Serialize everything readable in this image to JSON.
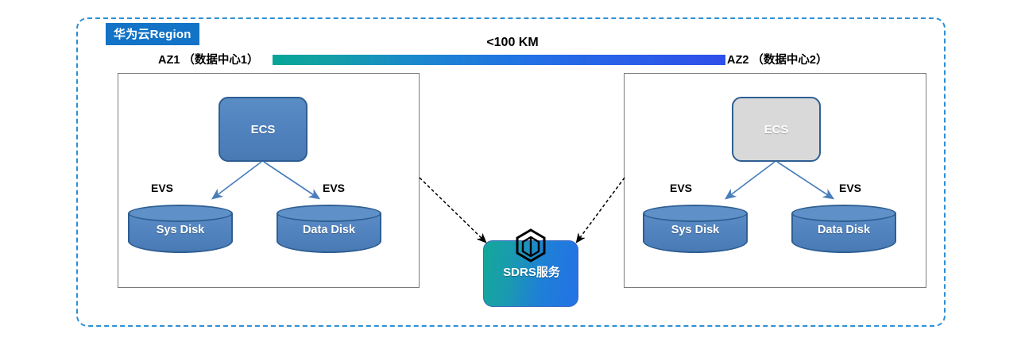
{
  "region": {
    "tag_label": "华为云Region"
  },
  "topology": {
    "distance_label": "<100 KM",
    "az1": {
      "label": "AZ1 （数据中心1）",
      "compute": {
        "name": "ECS",
        "state": "active"
      },
      "storage": [
        {
          "type_label": "EVS",
          "name": "Sys Disk"
        },
        {
          "type_label": "EVS",
          "name": "Data Disk"
        }
      ]
    },
    "az2": {
      "label": "AZ2 （数据中心2）",
      "compute": {
        "name": "ECS",
        "state": "inactive"
      },
      "storage": [
        {
          "type_label": "EVS",
          "name": "Sys Disk"
        },
        {
          "type_label": "EVS",
          "name": "Data Disk"
        }
      ]
    },
    "service": {
      "name": "SDRS服务",
      "icon": "hexagon-cube-icon"
    }
  },
  "colors": {
    "region_border": "#2d8fd5",
    "region_tag_bg": "#1273c7",
    "panel_border": "#7b7b7b",
    "node_fill": "#4f81bd",
    "node_border": "#2e5f93",
    "node_inactive_fill": "#d9d9d9",
    "gradient_start": "#07a596",
    "gradient_end": "#2e4fe9",
    "arrow_solid": "#4a7ebb",
    "arrow_dashed": "#000000"
  }
}
